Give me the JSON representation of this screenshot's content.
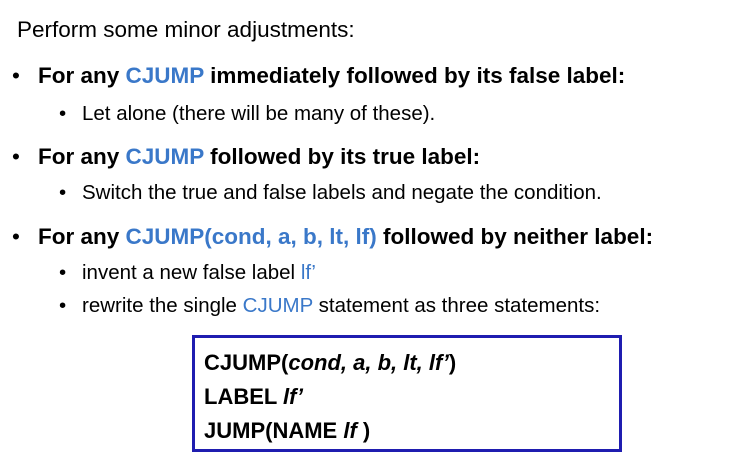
{
  "intro": "Perform some minor adjustments:",
  "bullet_glyph": "•",
  "items": [
    {
      "pre": "For any ",
      "kw": "CJUMP",
      "post": " immediately followed by its false label:",
      "subs": [
        {
          "text": "Let alone (there will be many of these)."
        }
      ]
    },
    {
      "pre": "For any ",
      "kw": "CJUMP",
      "post": " followed by its true label:",
      "subs": [
        {
          "text": "Switch the true and false labels and negate the condition."
        }
      ]
    },
    {
      "pre": "For any ",
      "kw": "CJUMP(cond, a, b, lt, lf)",
      "post": " followed by neither label:",
      "subs": [
        {
          "pre": "invent a new false label ",
          "kw": "lf’"
        },
        {
          "pre": "rewrite the single ",
          "kw": "CJUMP",
          "post": " statement as three statements:"
        }
      ]
    }
  ],
  "code": {
    "line1_a": "CJUMP(",
    "line1_b": "cond, a, b, lt, lf’",
    "line1_c": ")",
    "line2_a": "LABEL ",
    "line2_b": "lf’",
    "line3_a": "JUMP(NAME ",
    "line3_b": "lf",
    "line3_c": " )"
  },
  "colors": {
    "keyword": "#3a78c9",
    "box_border": "#1f1db0",
    "text": "#000000"
  }
}
